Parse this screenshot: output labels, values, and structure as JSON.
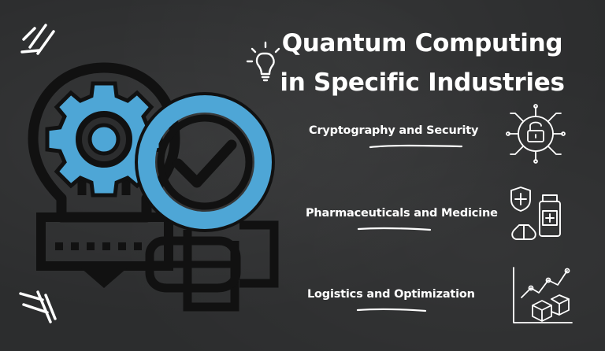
{
  "title": {
    "line1": "Quantum Computing",
    "line2": "in Specific Industries"
  },
  "industries": [
    {
      "label": "Cryptography and Security",
      "icon": "padlock-circuit-icon"
    },
    {
      "label": "Pharmaceuticals and Medicine",
      "icon": "medicine-bottle-icon"
    },
    {
      "label": "Logistics and Optimization",
      "icon": "chart-boxes-icon"
    }
  ],
  "colors": {
    "background": "#2c2d2e",
    "accent": "#4ea6d6",
    "outline": "#111111",
    "text": "#ffffff"
  }
}
